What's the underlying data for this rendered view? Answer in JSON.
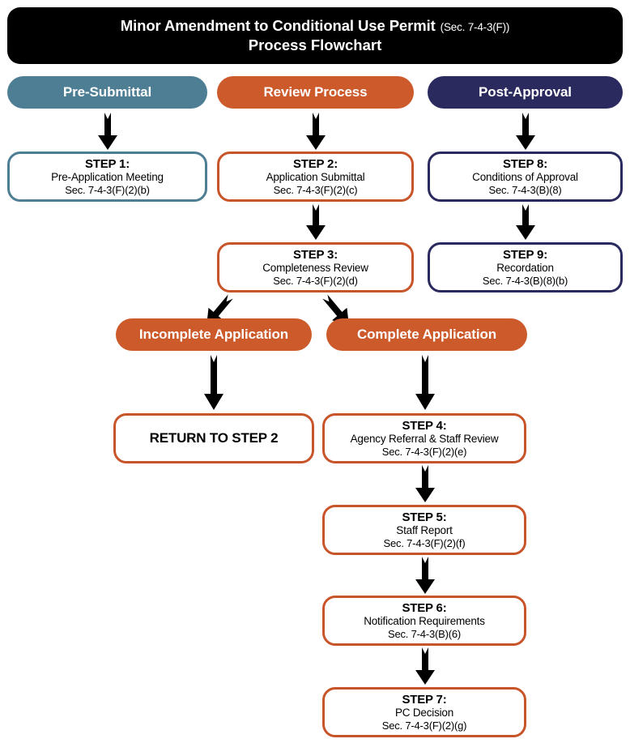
{
  "title": {
    "main": "Minor Amendment to Conditional Use Permit",
    "section": "(Sec. 7-4-3(F))",
    "subtitle": "Process Flowchart"
  },
  "colors": {
    "teal": "#4E7E94",
    "orange": "#CC5A2B",
    "orange_border": "#C8542A",
    "navy": "#2B2A5F",
    "banner": "#000000",
    "arrow": "#000000",
    "box_fill": "#FFFFFF",
    "text": "#000000",
    "pill_text": "#FFFFFF"
  },
  "columns": [
    {
      "label": "Pre-Submittal",
      "color": "teal"
    },
    {
      "label": "Review Process",
      "color": "orange"
    },
    {
      "label": "Post-Approval",
      "color": "navy"
    }
  ],
  "nodes": {
    "step1": {
      "title": "STEP 1:",
      "desc": "Pre-Application Meeting",
      "cite": "Sec. 7-4-3(F)(2)(b)"
    },
    "step2": {
      "title": "STEP 2:",
      "desc": "Application Submittal",
      "cite": "Sec. 7-4-3(F)(2)(c)"
    },
    "step3": {
      "title": "STEP 3:",
      "desc": "Completeness Review",
      "cite": "Sec. 7-4-3(F)(2)(d)"
    },
    "step8": {
      "title": "STEP 8:",
      "desc": "Conditions of Approval",
      "cite": "Sec. 7-4-3(B)(8)"
    },
    "step9": {
      "title": "STEP 9:",
      "desc": "Recordation",
      "cite": "Sec. 7-4-3(B)(8)(b)"
    },
    "incomplete": {
      "label": "Incomplete Application"
    },
    "complete": {
      "label": "Complete Application"
    },
    "return": {
      "label": "RETURN TO STEP 2"
    },
    "step4": {
      "title": "STEP 4:",
      "desc": "Agency Referral & Staff Review",
      "cite": "Sec. 7-4-3(F)(2)(e)"
    },
    "step5": {
      "title": "STEP 5:",
      "desc": "Staff Report",
      "cite": "Sec. 7-4-3(F)(2)(f)"
    },
    "step6": {
      "title": "STEP 6:",
      "desc": "Notification Requirements",
      "cite": "Sec. 7-4-3(B)(6)"
    },
    "step7": {
      "title": "STEP 7:",
      "desc": "PC Decision",
      "cite": "Sec. 7-4-3(F)(2)(g)"
    }
  },
  "arrows": [
    {
      "name": "arrow-presubmittal-to-step1",
      "direction": "down"
    },
    {
      "name": "arrow-review-to-step2",
      "direction": "down"
    },
    {
      "name": "arrow-postapproval-to-step8",
      "direction": "down"
    },
    {
      "name": "arrow-step2-to-step3",
      "direction": "down"
    },
    {
      "name": "arrow-step8-to-step9",
      "direction": "down"
    },
    {
      "name": "arrow-step3-to-incomplete",
      "direction": "down-left"
    },
    {
      "name": "arrow-step3-to-complete",
      "direction": "down-right"
    },
    {
      "name": "arrow-incomplete-to-return",
      "direction": "down"
    },
    {
      "name": "arrow-complete-to-step4",
      "direction": "down"
    },
    {
      "name": "arrow-step4-to-step5",
      "direction": "down"
    },
    {
      "name": "arrow-step5-to-step6",
      "direction": "down"
    },
    {
      "name": "arrow-step6-to-step7",
      "direction": "down"
    }
  ]
}
